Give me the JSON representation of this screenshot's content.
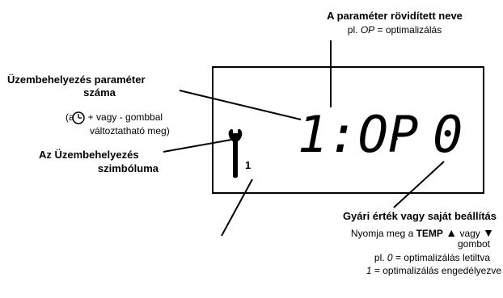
{
  "top_label": {
    "title": "A paraméter rövidített neve",
    "example_prefix": "pl. ",
    "example_code": "OP",
    "example_suffix": " = optimalizálás"
  },
  "param_number_label": {
    "title_line1": "Üzembehelyezés paraméter",
    "title_line2": "száma",
    "note_line1_prefix": "(a",
    "note_line1_suffix": "+ vagy  - gombbal",
    "note_line2": "változtatható meg)"
  },
  "symbol_label": {
    "line1": "Az Üzembehelyezés",
    "line2": "szimbóluma"
  },
  "display": {
    "param_code": "1:OP",
    "value": "0",
    "updown_glyph": "⬍",
    "wrench_subscript": "1"
  },
  "value_label": {
    "title": "Gyári érték vagy saját beállítás",
    "line1_prefix": "Nyomja meg a ",
    "line1_key": "TEMP",
    "line1_up": "▲",
    "line1_mid": " vagy ",
    "line1_down": "▼",
    "line2": "gombot",
    "line3_prefix": "pl. ",
    "line3_code": "0",
    "line3_suffix": " = optimalizálás letiltva",
    "line4_prefix": "1",
    "line4_suffix": " = optimalizálás engedélyezve"
  },
  "icons": {
    "wrench": "wrench-icon",
    "clock": "clock-icon",
    "updown": "up-down-arrow-icon"
  }
}
